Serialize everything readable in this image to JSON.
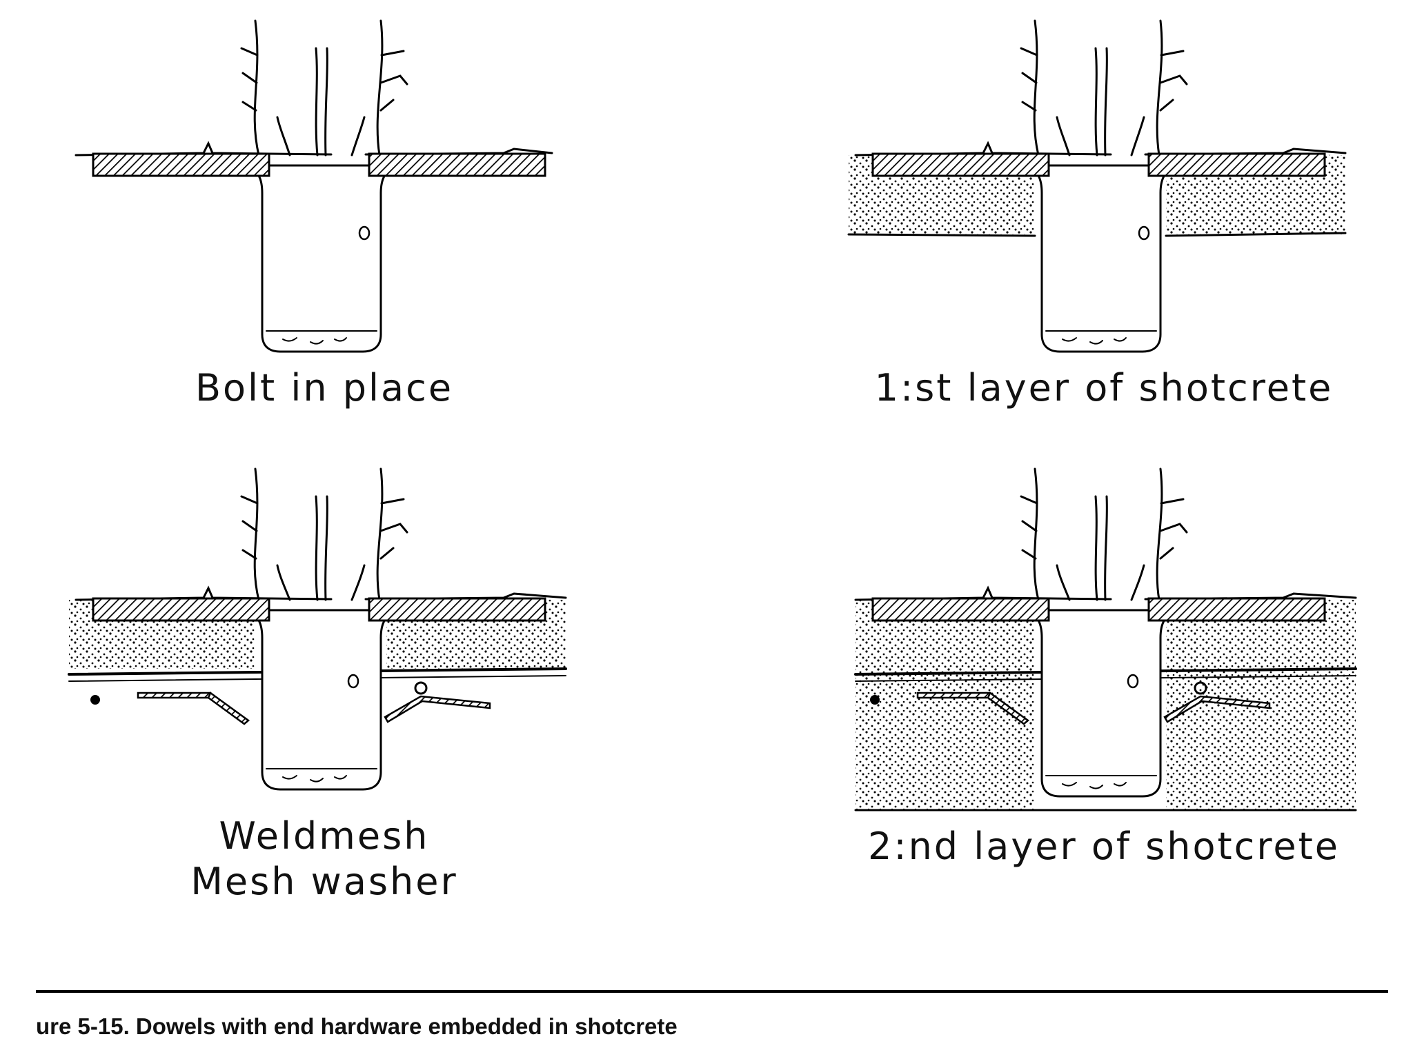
{
  "panels": [
    {
      "caption_lines": [
        "Bolt in place"
      ]
    },
    {
      "caption_lines": [
        "1:st layer of shotcrete"
      ]
    },
    {
      "caption_lines": [
        "Weldmesh",
        "Mesh washer"
      ]
    },
    {
      "caption_lines": [
        "2:nd layer of shotcrete"
      ]
    }
  ],
  "figure_caption": "ure 5-15.  Dowels with end hardware embedded in shotcrete"
}
